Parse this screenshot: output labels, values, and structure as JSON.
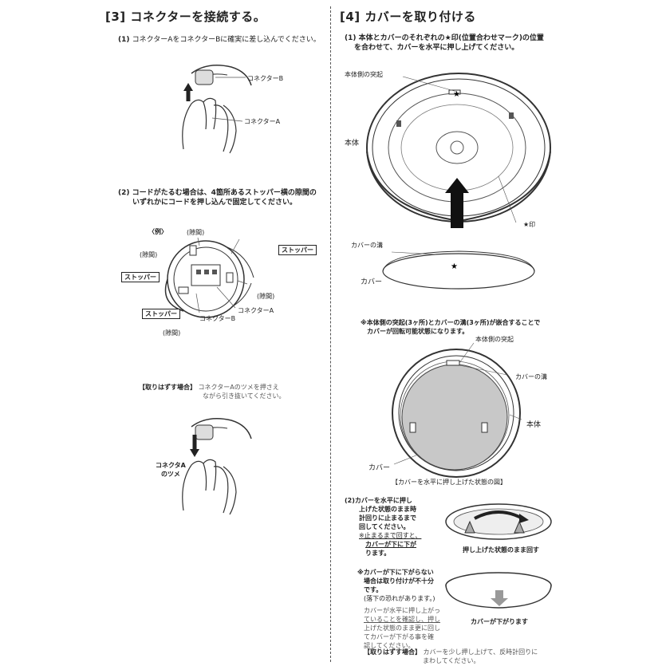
{
  "left": {
    "heading": "[3] コネクターを接続する。",
    "step1": {
      "num": "(1)",
      "text": "コネクターAをコネクターBに確実に差し込んでください。",
      "label_b": "コネクターB",
      "label_a": "コネクターA"
    },
    "step2": {
      "num": "(2)",
      "text_line1": "コードがたるむ場合は、4箇所あるストッパー横の隙間の",
      "text_line2": "いずれかにコードを押し込んで固定してください。",
      "example": "〈例〉",
      "gap1": "(隙間)",
      "gap2": "(隙間)",
      "gap3": "(隙間)",
      "gap4": "(隙間)",
      "stopper1": "ストッパー",
      "stopper2": "ストッパー",
      "stopper3": "ストッパー",
      "conn_a": "コネクターA",
      "conn_b": "コネクターB"
    },
    "removal": {
      "title": "【取りはずす場合】",
      "text_line1": "コネクターAのツメを押さえ",
      "text_line2": "ながら引き抜いてください。",
      "claw_line1": "コネクタA",
      "claw_line2": "のツメ"
    }
  },
  "right": {
    "heading": "[4] カバーを取り付ける",
    "step1": {
      "num": "(1)",
      "text_line1": "本体とカバーのそれぞれの★印(位置合わせマーク)の位置",
      "text_line2": "を合わせて、カバーを水平に押し上げてください。",
      "label_protrusion": "本体側の突起",
      "label_body": "本体",
      "label_star": "★印",
      "label_groove": "カバーの溝",
      "label_cover": "カバー"
    },
    "note1": {
      "line1": "※本体側の突起(3ヶ所)とカバーの溝(3ヶ所)が嵌合することで",
      "line2": "カバーが回転可能状態になります。"
    },
    "fig2": {
      "label_protrusion": "本体側の突起",
      "label_groove": "カバーの溝",
      "label_body": "本体",
      "label_cover": "カバー",
      "caption": "【カバーを水平に押し上げた状態の図】"
    },
    "step2": {
      "num": "(2)",
      "lines": [
        "カバーを水平に押し",
        "上げた状態のまま時",
        "計回りに止まるまで",
        "回してください。"
      ],
      "note_lines": [
        "※止まるまで回すと、",
        "カバーが下に下が",
        "ります。"
      ],
      "fig_caption": "押し上げた状態のまま回す"
    },
    "warn": {
      "lines": [
        "※カバーが下に下がらない",
        "場合は取り付けが不十分",
        "です。"
      ],
      "sub": "(落下の恐れがあります。)",
      "check_lines": [
        "カバーが水平に押し上がっ",
        "ていることを確認し、押し",
        "上げた状態のまま更に回し",
        "てカバーが下がる事を確",
        "認してください。"
      ],
      "fig_caption": "カバーが下がります"
    },
    "removal": {
      "title": "【取りはずす場合】",
      "text_line1": "カバーを少し押し上げて、反時計回りに",
      "text_line2": "まわしてください。"
    }
  }
}
